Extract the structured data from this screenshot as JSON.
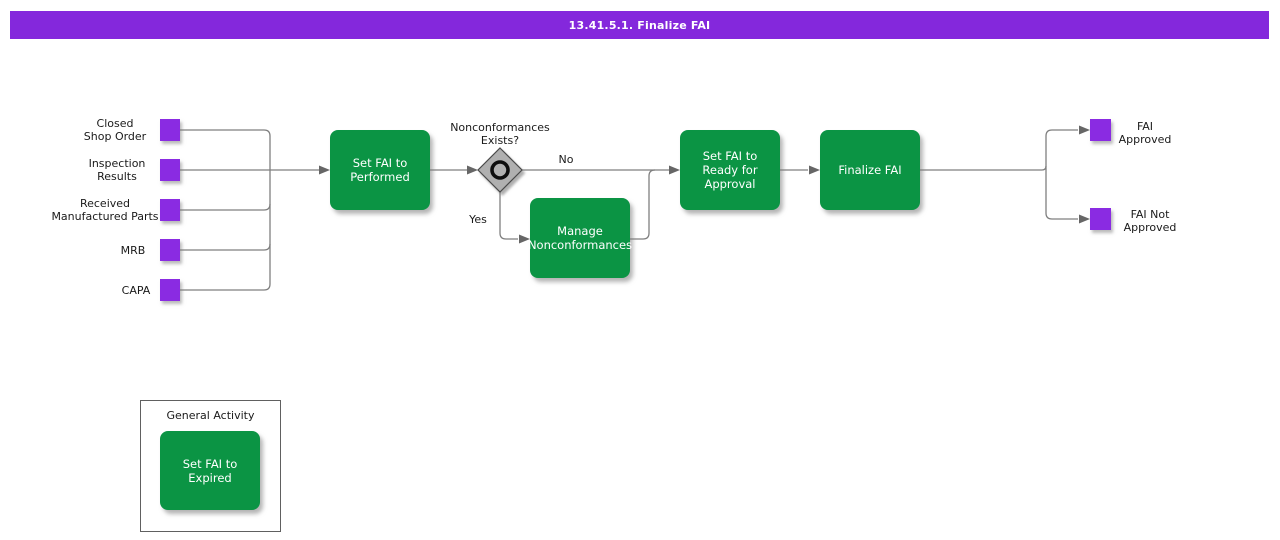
{
  "header": {
    "title": "13.41.5.1. Finalize FAI"
  },
  "colors": {
    "banner": "#8428DC",
    "event_square": "#8A2BE2",
    "activity_green": "#0B9444",
    "connector_gray": "#7F7F7F",
    "gateway_gray": "#B0B0B0"
  },
  "inputs": [
    {
      "label": "Closed\nShop Order"
    },
    {
      "label": "Inspection\nResults"
    },
    {
      "label": "Received\nManufactured Parts"
    },
    {
      "label": "MRB"
    },
    {
      "label": "CAPA"
    }
  ],
  "activities": {
    "performed": {
      "label": "Set FAI to\nPerformed"
    },
    "manage": {
      "label": "Manage\nNonconformances"
    },
    "ready": {
      "label": "Set FAI to\nReady for\nApproval"
    },
    "finalize": {
      "label": "Finalize FAI"
    },
    "expired": {
      "label": "Set FAI to\nExpired"
    }
  },
  "decision": {
    "question": "Nonconformances\nExists?",
    "no_label": "No",
    "yes_label": "Yes"
  },
  "outputs": [
    {
      "label": "FAI\nApproved"
    },
    {
      "label": "FAI Not\nApproved"
    }
  ],
  "general_activity": {
    "title": "General Activity"
  }
}
